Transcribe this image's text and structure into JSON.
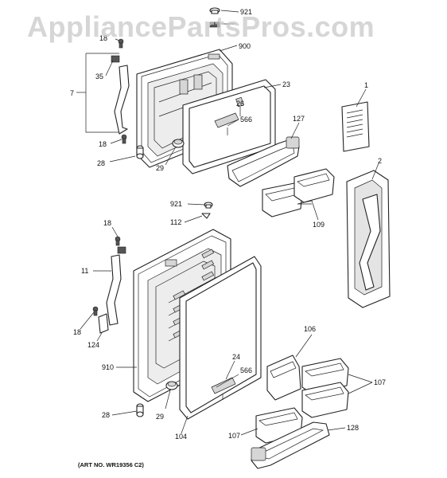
{
  "watermark": "AppliancePartsPros.com",
  "art_number": "(ART NO. WR19356 C2)",
  "labels": {
    "p921a": "921",
    "p18a": "18",
    "p900": "900",
    "p7": "7",
    "p35": "35",
    "p23": "23",
    "p1": "1",
    "p26": "26",
    "p566a": "566",
    "p127": "127",
    "p18b": "18",
    "p28a": "28",
    "p29a": "29",
    "p2": "2",
    "p921b": "921",
    "p112": "112",
    "p109": "109",
    "p18c": "18",
    "p11": "11",
    "p18d": "18",
    "p124": "124",
    "p106": "106",
    "p910": "910",
    "p24": "24",
    "p566b": "566",
    "p107a": "107",
    "p28b": "28",
    "p29b": "29",
    "p104": "104",
    "p107b": "107",
    "p128": "128"
  }
}
